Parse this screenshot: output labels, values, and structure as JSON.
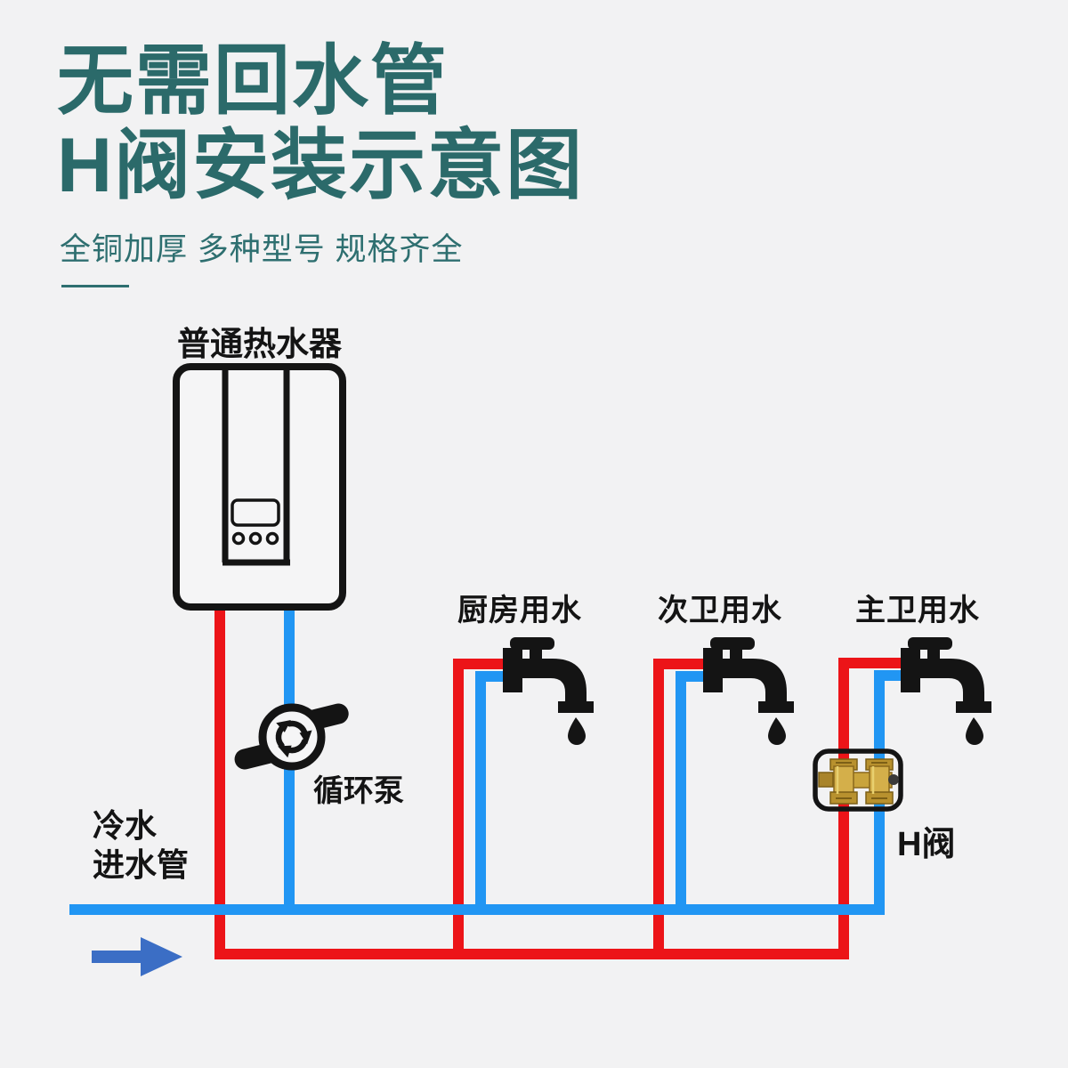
{
  "header": {
    "title_line1": "无需回水管",
    "title_line2": "H阀安装示意图",
    "subtitle": "全铜加厚 多种型号 规格齐全",
    "accent_color": "#2b6a6a"
  },
  "diagram": {
    "heater_label": "普通热水器",
    "faucets": [
      {
        "label": "厨房用水"
      },
      {
        "label": "次卫用水"
      },
      {
        "label": "主卫用水"
      }
    ],
    "pump_label": "循环泵",
    "cold_inlet_label_line1": "冷水",
    "cold_inlet_label_line2": "进水管",
    "valve_label": "H阀",
    "colors": {
      "hot_pipe_red": "#ec1418",
      "cold_pipe_blue": "#2196f3",
      "flow_arrow_blue": "#3b6ec5",
      "brass": "#c9a43c",
      "outline_black": "#141414",
      "background": "#f2f2f3"
    }
  }
}
